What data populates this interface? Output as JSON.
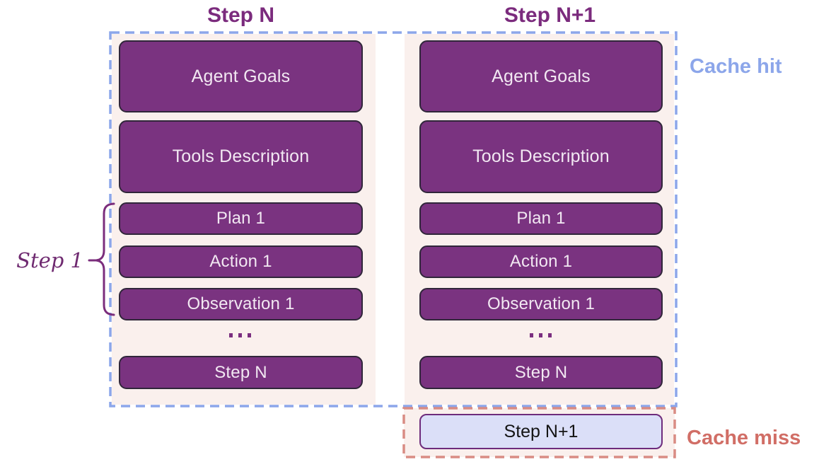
{
  "diagram": {
    "columns": [
      {
        "title": "Step N",
        "boxes": [
          {
            "label": "Agent Goals"
          },
          {
            "label": "Tools Description"
          },
          {
            "label": "Plan 1"
          },
          {
            "label": "Action 1"
          },
          {
            "label": "Observation 1"
          },
          {
            "label": "Step N"
          }
        ],
        "ellipsis": "..."
      },
      {
        "title": "Step N+1",
        "boxes": [
          {
            "label": "Agent Goals"
          },
          {
            "label": "Tools Description"
          },
          {
            "label": "Plan 1"
          },
          {
            "label": "Action 1"
          },
          {
            "label": "Observation 1"
          },
          {
            "label": "Step N"
          }
        ],
        "ellipsis": "...",
        "new_step": {
          "label": "Step N+1"
        }
      }
    ],
    "annotations": {
      "cache_hit": "Cache hit",
      "cache_miss": "Cache miss",
      "step_1": "Step 1"
    },
    "colors": {
      "box_fill": "#7a3380",
      "box_border": "#30263a",
      "box_text": "#f2e8f2",
      "panel_fill": "#faf0ed",
      "cache_hit_accent": "#8ca6ea",
      "cache_miss_accent": "#d98c84",
      "cache_miss_text": "#d16e66",
      "title_text": "#7b2b7d",
      "step1_text": "#6f2a70",
      "brace": "#7b2d7c",
      "new_step_fill": "#dbdff8",
      "new_step_border": "#6e2c7c",
      "new_step_text": "#141414",
      "dots": "#7b2f80"
    }
  }
}
